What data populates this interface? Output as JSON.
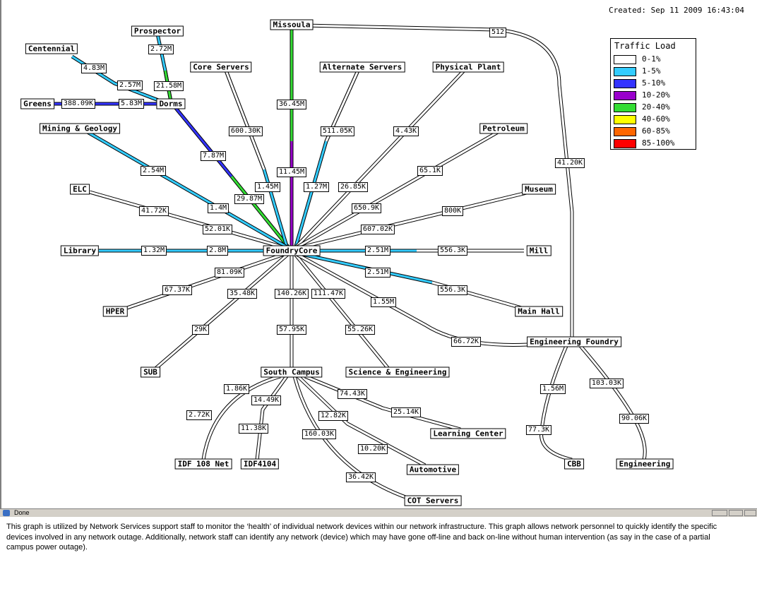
{
  "created": "Created: Sep 11 2009 16:43:04",
  "legend": {
    "title": "Traffic Load",
    "items": [
      {
        "label": "0-1%",
        "color": "#ffffff"
      },
      {
        "label": "1-5%",
        "color": "#33ccff"
      },
      {
        "label": "5-10%",
        "color": "#3333ff"
      },
      {
        "label": "10-20%",
        "color": "#9900cc"
      },
      {
        "label": "20-40%",
        "color": "#33dd33"
      },
      {
        "label": "40-60%",
        "color": "#ffff00"
      },
      {
        "label": "60-85%",
        "color": "#ff6600"
      },
      {
        "label": "85-100%",
        "color": "#ff0000"
      }
    ]
  },
  "nodes": {
    "foundrycore": "FoundryCore",
    "missoula": "Missoula",
    "prospector": "Prospector",
    "centennial": "Centennial",
    "dorms": "Dorms",
    "greens": "Greens",
    "core_servers": "Core Servers",
    "alternate_servers": "Alternate Servers",
    "physical_plant": "Physical Plant",
    "petroleum": "Petroleum",
    "mining_geology": "Mining & Geology",
    "elc": "ELC",
    "museum": "Museum",
    "library": "Library",
    "mill": "Mill",
    "hper": "HPER",
    "main_hall": "Main Hall",
    "sub": "SUB",
    "engineering_foundry": "Engineering Foundry",
    "south_campus": "South Campus",
    "science_engineering": "Science & Engineering",
    "idf108": "IDF 108 Net",
    "idf4104": "IDF4104",
    "learning_center": "Learning Center",
    "automotive": "Automotive",
    "cot_servers": "COT Servers",
    "cbb": "CBB",
    "engineering": "Engineering"
  },
  "links": {
    "missoula_512": "512",
    "missoula_core_out": "36.45M",
    "missoula_core_in": "11.45M",
    "missoula_ef": "41.20K",
    "prospector_a": "2.72M",
    "prospector_b": "21.58M",
    "centennial_a": "4.83M",
    "centennial_b": "2.57M",
    "greens_a": "388.09K",
    "greens_b": "5.83M",
    "dorms_core_a": "7.87M",
    "dorms_core_b": "29.87M",
    "core_servers_a": "600.30K",
    "core_servers_b": "1.45M",
    "alt_servers_a": "511.05K",
    "alt_servers_b": "1.27M",
    "physical_plant_a": "4.43K",
    "physical_plant_b": "26.85K",
    "petroleum_a": "65.1K",
    "petroleum_b": "650.9K",
    "mining_a": "2.54M",
    "mining_b": "1.4M",
    "elc_a": "41.72K",
    "elc_b": "52.01K",
    "museum_a": "800K",
    "museum_b": "607.02K",
    "library_a": "1.32M",
    "library_b": "2.8M",
    "mill_a": "2.51M",
    "mill_b": "556.3K",
    "hper_a": "81.09K",
    "hper_b": "67.37K",
    "main_hall_a": "2.51M",
    "main_hall_b": "556.3K",
    "sub_a": "35.48K",
    "sub_b": "29K",
    "south_a": "140.26K",
    "south_b": "57.95K",
    "sci_a": "111.47K",
    "sci_b": "55.26K",
    "ef_a": "1.55M",
    "ef_b": "66.72K",
    "idf108_a": "1.86K",
    "idf108_b": "2.72K",
    "idf4104_a": "14.49K",
    "idf4104_b": "11.38K",
    "lc_a": "74.43K",
    "lc_b": "25.14K",
    "auto_a": "12.82K",
    "auto_b": "10.20K",
    "cot_a": "160.03K",
    "cot_b": "36.42K",
    "cbb_a": "1.56M",
    "cbb_b": "77.3K",
    "eng_a": "103.03K",
    "eng_b": "90.06K"
  },
  "statusbar": {
    "text": "Done"
  },
  "caption": "This graph is utilized by Network Services support staff to monitor the ‘health’ of individual network devices within our network infrastructure.  This graph allows network personnel to quickly identify the specific devices involved in any network outage.  Additionally, network staff can identify any network (device) which may have gone off-line and back on-line without human intervention (as say in the case of a partial campus power outage)."
}
